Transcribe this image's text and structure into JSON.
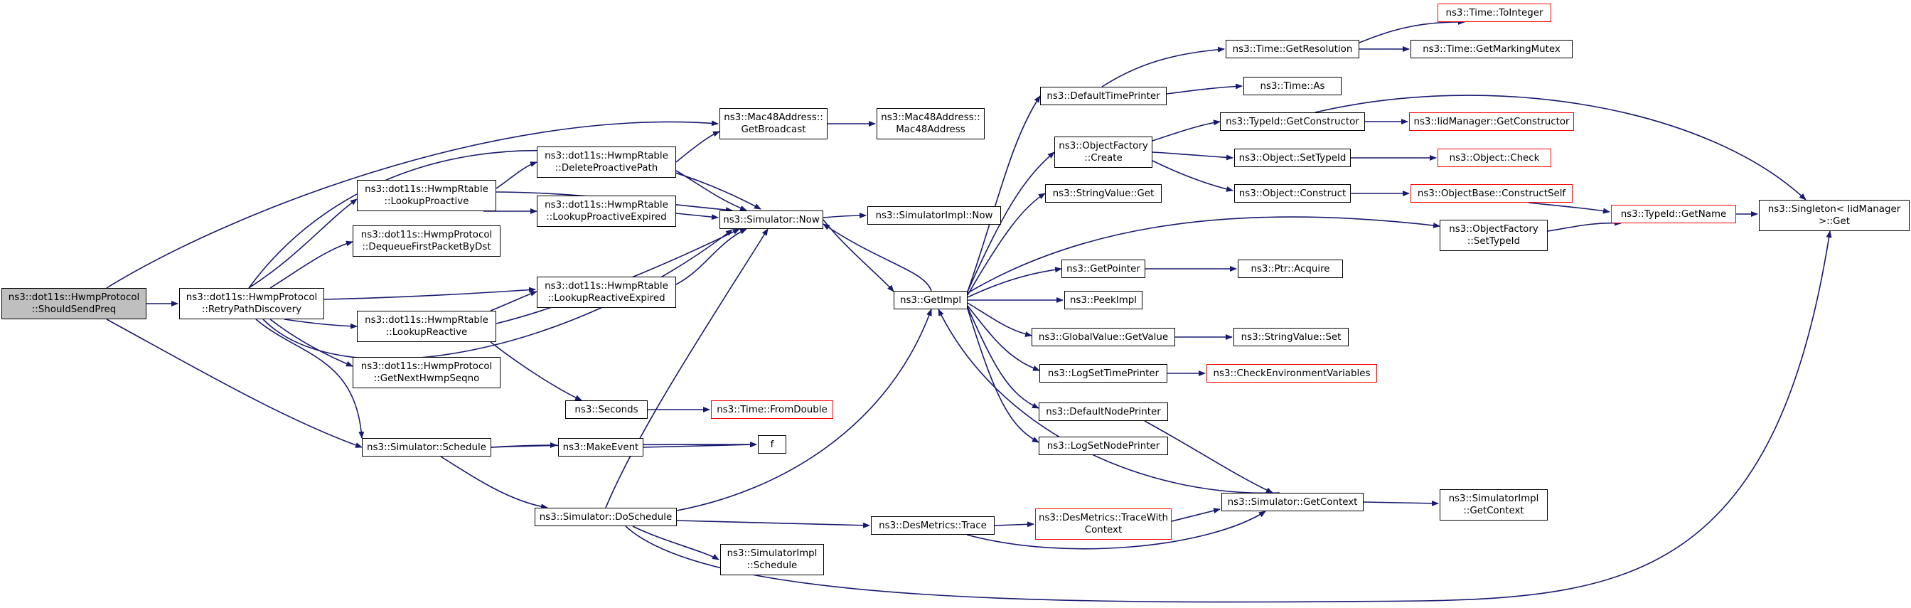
{
  "nodes": {
    "should_send_preq": [
      "ns3::dot11s::HwmpProtocol",
      "::ShouldSendPreq"
    ],
    "retry_path_discovery": [
      "ns3::dot11s::HwmpProtocol",
      "::RetryPathDiscovery"
    ],
    "mac48_get_broadcast": [
      "ns3::Mac48Address::",
      "GetBroadcast"
    ],
    "mac48_ctor": [
      "ns3::Mac48Address::",
      "Mac48Address"
    ],
    "lookup_proactive": [
      "ns3::dot11s::HwmpRtable",
      "::LookupProactive"
    ],
    "delete_proactive_path": [
      "ns3::dot11s::HwmpRtable",
      "::DeleteProactivePath"
    ],
    "dequeue_first_packet": [
      "ns3::dot11s::HwmpProtocol",
      "::DequeueFirstPacketByDst"
    ],
    "lookup_proactive_expired": [
      "ns3::dot11s::HwmpRtable",
      "::LookupProactiveExpired"
    ],
    "lookup_reactive_expired": [
      "ns3::dot11s::HwmpRtable",
      "::LookupReactiveExpired"
    ],
    "lookup_reactive": [
      "ns3::dot11s::HwmpRtable",
      "::LookupReactive"
    ],
    "get_next_hwmp_seqno": [
      "ns3::dot11s::HwmpProtocol",
      "::GetNextHwmpSeqno"
    ],
    "seconds": [
      "ns3::Seconds"
    ],
    "time_from_double": [
      "ns3::Time::FromDouble"
    ],
    "simulator_schedule": [
      "ns3::Simulator::Schedule"
    ],
    "make_event": [
      "ns3::MakeEvent"
    ],
    "f": [
      "f"
    ],
    "simulator_do_schedule": [
      "ns3::Simulator::DoSchedule"
    ],
    "simulator_impl_schedule": [
      "ns3::SimulatorImpl",
      "::Schedule"
    ],
    "simulator_now": [
      "ns3::Simulator::Now"
    ],
    "simulator_impl_now": [
      "ns3::SimulatorImpl::Now"
    ],
    "get_impl": [
      "ns3::GetImpl"
    ],
    "des_metrics_trace": [
      "ns3::DesMetrics::Trace"
    ],
    "des_metrics_trace_with_context": [
      "ns3::DesMetrics::TraceWith",
      "Context"
    ],
    "default_time_printer": [
      "ns3::DefaultTimePrinter"
    ],
    "object_factory_create": [
      "ns3::ObjectFactory",
      "::Create"
    ],
    "string_value_get": [
      "ns3::StringValue::Get"
    ],
    "get_pointer": [
      "ns3::GetPointer"
    ],
    "peek_impl": [
      "ns3::PeekImpl"
    ],
    "global_value_get_value": [
      "ns3::GlobalValue::GetValue"
    ],
    "log_set_time_printer": [
      "ns3::LogSetTimePrinter"
    ],
    "default_node_printer": [
      "ns3::DefaultNodePrinter"
    ],
    "log_set_node_printer": [
      "ns3::LogSetNodePrinter"
    ],
    "time_get_resolution": [
      "ns3::Time::GetResolution"
    ],
    "time_to_integer": [
      "ns3::Time::ToInteger"
    ],
    "time_get_marking_mutex": [
      "ns3::Time::GetMarkingMutex"
    ],
    "time_as": [
      "ns3::Time::As"
    ],
    "typeid_get_constructor": [
      "ns3::TypeId::GetConstructor"
    ],
    "iid_manager_get_constructor": [
      "ns3::IidManager::GetConstructor"
    ],
    "object_set_type_id": [
      "ns3::Object::SetTypeId"
    ],
    "object_check": [
      "ns3::Object::Check"
    ],
    "object_construct": [
      "ns3::Object::Construct"
    ],
    "object_base_construct_self": [
      "ns3::ObjectBase::ConstructSelf"
    ],
    "typeid_get_name": [
      "ns3::TypeId::GetName"
    ],
    "singleton_get": [
      "ns3::Singleton< IidManager",
      ">::Get"
    ],
    "object_factory_set_type_id": [
      "ns3::ObjectFactory",
      "::SetTypeId"
    ],
    "ptr_acquire": [
      "ns3::Ptr::Acquire"
    ],
    "string_value_set": [
      "ns3::StringValue::Set"
    ],
    "check_environment_variables": [
      "ns3::CheckEnvironmentVariables"
    ],
    "simulator_get_context": [
      "ns3::Simulator::GetContext"
    ],
    "simulator_impl_get_context": [
      "ns3::SimulatorImpl",
      "::GetContext"
    ]
  },
  "colors": {
    "edge": "#191970",
    "border": "#000000",
    "truncated_border": "#ff0000",
    "root_fill": "#bfbfbf"
  }
}
